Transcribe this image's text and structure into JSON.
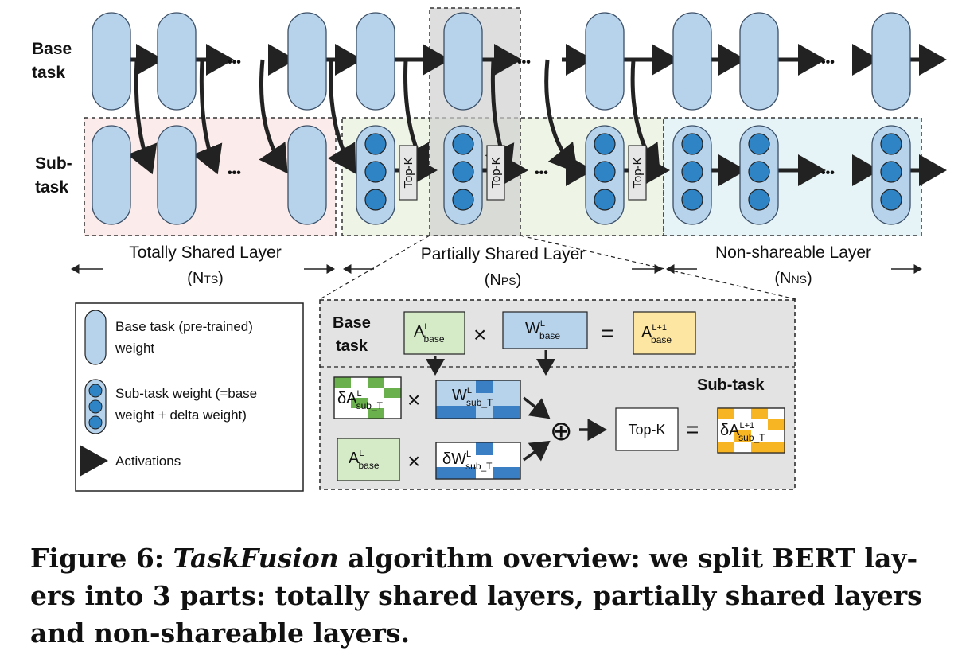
{
  "rows": {
    "base": [
      "Base",
      "task"
    ],
    "sub": [
      "Sub-",
      "task"
    ]
  },
  "topk_label": "Top-K",
  "ellipsis": "•••",
  "regions": {
    "totally": {
      "name": "Totally Shared Layer",
      "sym": "N",
      "sub": "TS"
    },
    "partially": {
      "name": "Partially Shared Layer",
      "sym": "N",
      "sub": "PS"
    },
    "non": {
      "name": "Non-shareable Layer",
      "sym": "N",
      "sub": "NS"
    }
  },
  "legend": {
    "base_weight": [
      "Base task (pre-trained)",
      "weight"
    ],
    "sub_weight": [
      "Sub-task weight (=base",
      "weight + delta weight)"
    ],
    "activations": "Activations"
  },
  "detail": {
    "base_task": [
      "Base",
      "task"
    ],
    "sub_task": "Sub-task",
    "A": "A",
    "W": "W",
    "delta": "δ",
    "L": "L",
    "L1": "L+1",
    "base": "base",
    "sub_T": "sub_T",
    "times": "×",
    "equals": "=",
    "oplus": "⊕",
    "topk": "Top-K"
  },
  "colors": {
    "weight_fill": "#b7d3ec",
    "subnode_fill": "#2f84c6",
    "green": "#d5ebc8",
    "green_dark": "#6ab04c",
    "blue_dark": "#3a7fc4",
    "yellow": "#fde6a1",
    "orange": "#f7b423",
    "gray_box": "#e3e3e3",
    "pink": "#fbeceb",
    "lightgreen": "#eef4e6",
    "lightblue": "#e6f4f7"
  },
  "caption": {
    "prefix": "Figure 6: ",
    "name": "TaskFusion",
    "rest": " algorithm overview: we split BERT lay-ers into 3 parts: totally shared layers, partially shared layers and non-shareable layers."
  }
}
